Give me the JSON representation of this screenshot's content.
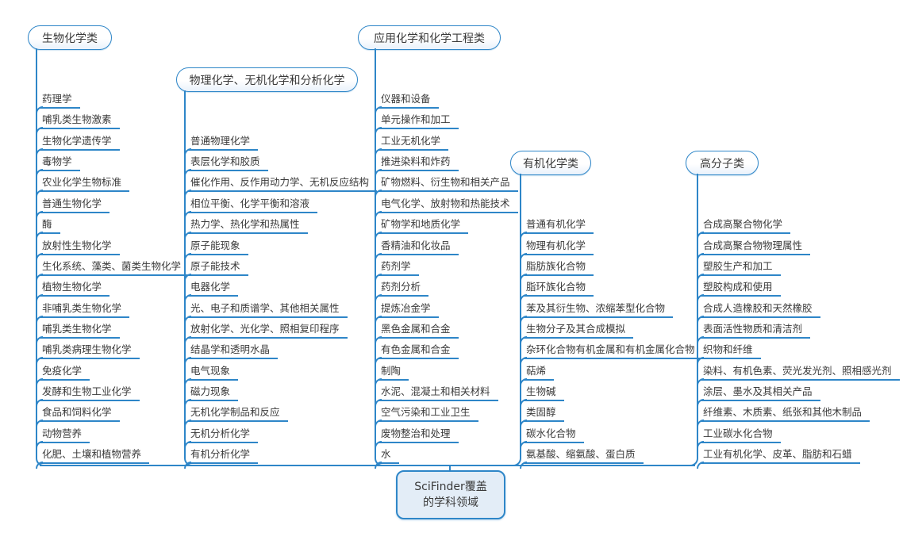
{
  "center": {
    "line1": "SciFinder覆盖",
    "line2": "的学科领域"
  },
  "colors": {
    "line": "#2e86c8",
    "center_fill": "#e3edf7",
    "text": "#3a3a3a"
  },
  "branches": [
    {
      "label": "生物化学类",
      "items": [
        "药理学",
        "哺乳类生物激素",
        "生物化学遗传学",
        "毒物学",
        "农业化学生物标准",
        "普通生物化学",
        "酶",
        "放射性生物化学",
        "生化系统、藻类、菌类生物化学",
        "植物生物化学",
        "非哺乳类生物化学",
        "哺乳类生物化学",
        "哺乳类病理生物化学",
        "免疫化学",
        "发酵和生物工业化学",
        "食品和饲料化学",
        "动物营养",
        "化肥、土壤和植物营养"
      ]
    },
    {
      "label": "物理化学、无机化学和分析化学",
      "items": [
        "普通物理化学",
        "表层化学和胶质",
        "催化作用、反作用动力学、无机反应结构",
        "相位平衡、化学平衡和溶液",
        "热力学、热化学和热属性",
        "原子能现象",
        "原子能技术",
        "电器化学",
        "光、电子和质谱学、其他相关属性",
        "放射化学、光化学、照相复印程序",
        "结晶学和透明水晶",
        "电气现象",
        "磁力现象",
        "无机化学制品和反应",
        "无机分析化学",
        "有机分析化学"
      ]
    },
    {
      "label": "应用化学和化学工程类",
      "items": [
        "仪器和设备",
        "单元操作和加工",
        "工业无机化学",
        "推进染料和炸药",
        "矿物燃料、衍生物和相关产品",
        "电气化学、放射物和热能技术",
        "矿物学和地质化学",
        "香精油和化妆品",
        "药剂学",
        "药剂分析",
        "提炼冶金学",
        "黑色金属和合金",
        "有色金属和合金",
        "制陶",
        "水泥、混凝土和相关材料",
        "空气污染和工业卫生",
        "废物整治和处理",
        "水"
      ]
    },
    {
      "label": "有机化学类",
      "items": [
        "普通有机化学",
        "物理有机化学",
        "脂肪族化合物",
        "脂环族化合物",
        "苯及其衍生物、浓缩苯型化合物",
        "生物分子及其合成模拟",
        "杂环化合物有机金属和有机金属化合物",
        "萜烯",
        "生物碱",
        "类固醇",
        "碳水化合物",
        "氨基酸、缩氨酸、蛋白质"
      ]
    },
    {
      "label": "高分子类",
      "items": [
        "合成高聚合物化学",
        "合成高聚合物物理属性",
        "塑胶生产和加工",
        "塑胶构成和使用",
        "合成人造橡胶和天然橡胶",
        "表面活性物质和清洁剂",
        "织物和纤维",
        "染料、有机色素、荧光发光剂、照相感光剂",
        "涂层、墨水及其相关产品",
        "纤维素、木质素、纸张和其他木制品",
        "工业碳水化合物",
        "工业有机化学、皮革、脂肪和石蜡"
      ]
    }
  ]
}
